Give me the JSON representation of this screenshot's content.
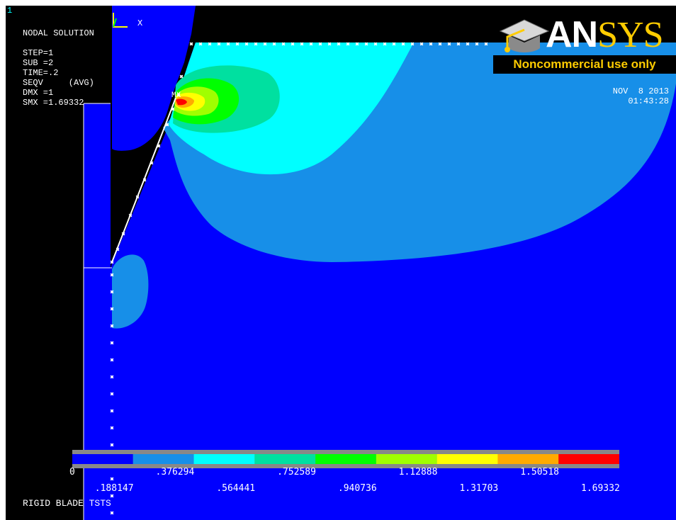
{
  "window": {
    "number": "1",
    "triad_axis_label": "X"
  },
  "info_panel": {
    "title": "NODAL SOLUTION",
    "lines": [
      "STEP=1",
      "SUB =2",
      "TIME=.2",
      "SEQV     (AVG)",
      "DMX =1",
      "SMX =1.69332"
    ],
    "max_marker": "MX"
  },
  "logo": {
    "word_part1": "AN",
    "word_part2": "SYS",
    "banner": "Noncommercial use only",
    "icon": "graduation-cap-icon",
    "colors": {
      "brand": "#ffcc00",
      "banner_bg": "#000000"
    }
  },
  "timestamp": {
    "date": "NOV  8 2013",
    "time": "01:43:28"
  },
  "legend": {
    "colors": [
      "#0000ff",
      "#178fe8",
      "#00ffff",
      "#00e0a0",
      "#00ff00",
      "#a0ff00",
      "#ffff00",
      "#ffaa00",
      "#ff0000"
    ],
    "labels_top": [
      "0",
      ".376294",
      ".752589",
      "1.12888",
      "1.50518"
    ],
    "labels_bottom": [
      ".188147",
      ".564441",
      ".940736",
      "1.31703",
      "1.69332"
    ]
  },
  "footer": {
    "title": "RIGID BLADE TSTS"
  },
  "colors": {
    "background": "#000000",
    "text": "#ffffff",
    "window_number": "#00ffff"
  }
}
